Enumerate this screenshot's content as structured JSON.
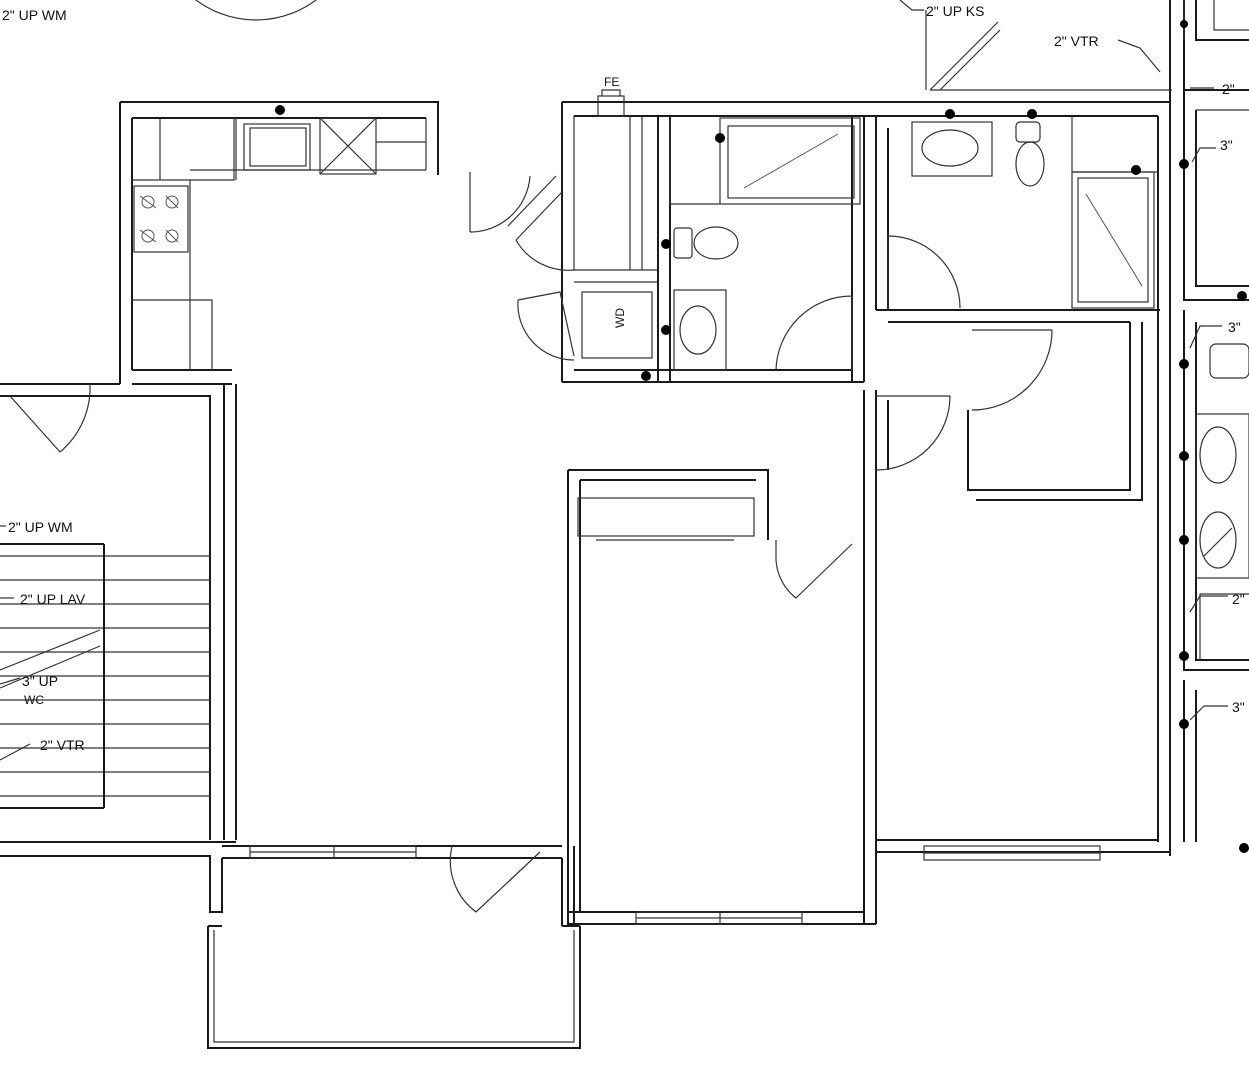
{
  "labels": {
    "top_left_wm": "2\" UP WM",
    "top_ks": "2\" UP KS",
    "vtr_top": "2\" VTR",
    "fe": "FE",
    "wd": "WD",
    "left_wm": "2\" UP WM",
    "left_lav": "2\" UP LAV",
    "left_3up": "3\" UP",
    "left_wc": "WC",
    "left_vtr": "2\" VTR",
    "right_2a": "2\"",
    "right_3a": "3\"",
    "right_3b": "3\"",
    "right_2b": "2\"",
    "right_3c": "3\""
  }
}
